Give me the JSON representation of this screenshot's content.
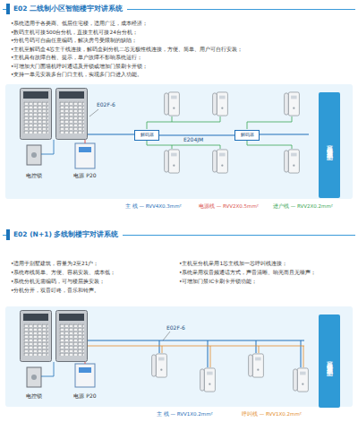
{
  "diagram": {
    "nodes": [
      {
        "text": [
          "E02 二线制小区智能楼宇对讲系统"
        ]
      },
      {
        "text": [
          "电控锁"
        ],
        "in": 0
      },
      {
        "text": [
          "电源 P20"
        ],
        "in": 0
      },
      {
        "text": [
          "解码器"
        ],
        "in": 0
      },
      {
        "text": [
          "解码器"
        ],
        "in": 0
      },
      {
        "text": [
          "非可视楼宇对讲系统示意图"
        ],
        "in": 0
      },
      {
        "text": [
          "E02 (N+1) 多线制楼宇对讲系统"
        ]
      },
      {
        "text": [
          "电控锁"
        ],
        "in": 6
      },
      {
        "text": [
          "电源 P20"
        ],
        "in": 6
      },
      {
        "text": [
          "非可视楼宇对讲系统示意图"
        ],
        "in": 6
      }
    ],
    "edges": [
      {
        "from": 3,
        "to": 4,
        "arrow": "none"
      }
    ],
    "labels": [
      "•系统适用于各类商、低层住宅楼，适用广泛，成本经济；",
      "•数码主机可接500台分机，直接主机可接24台分机；",
      "•分机号码可自由任意编码，解决房号受限制的缺陷；",
      "•主机至解码盒4芯主干线连接，解码盒到分机二芯无极性线连接，方便、简单、用户可自行安装；",
      "•主机具有故障自检、提示，单户故障不影响系统运行；",
      "•可增加大门面墙机呼叫通话及开锁或增加门禁刷卡开锁；",
      "•支持一单元安装多台门口主机，实现多门口进入功能。",
      "E02F-6",
      "E204JM",
      "•适用于别墅建筑，容量为2至21户；",
      "•系统布线简单、方便、容易安装、成本低；",
      "•系统分机无需编码，可与楼层换安装；",
      "•分机分开，双音叮咚，音乐和铃声。",
      "•主机至分机采用1芯主线加一芯呼叫线连接；",
      "•系统采用双音频通话方式，声音清晰、响亮而且无噪声；",
      "•可增加门禁IC卡刷卡开锁功能；",
      "E02F-6"
    ],
    "legend": [
      {
        "text": "主 线 — RVV4X0.3mm²"
      },
      {
        "text": "电源线 — RVV2X0.5mm²"
      },
      {
        "text": "进户线 — RVV2X0.2mm²"
      },
      {
        "text": "主 线 — RVV1X0.2mm²"
      },
      {
        "text": "呼叫线 — RVV1X0.2mm²"
      }
    ]
  }
}
